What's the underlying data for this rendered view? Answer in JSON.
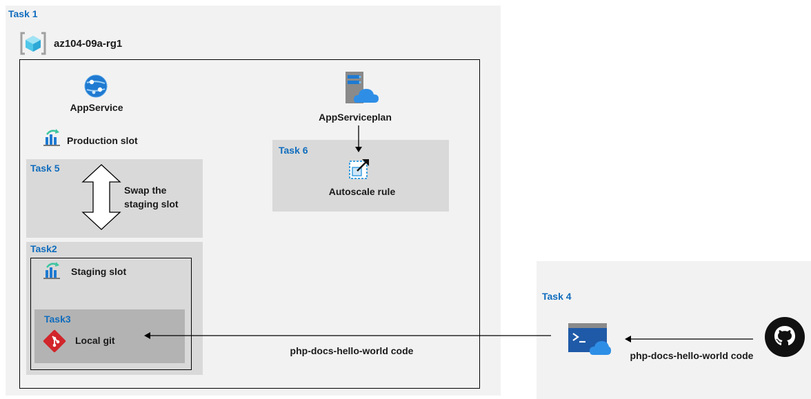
{
  "task1": {
    "label": "Task 1",
    "resource_group": {
      "name": "az104-09a-rg1",
      "icon": "resource-group-icon"
    },
    "app_service": {
      "label": "AppService",
      "icon": "app-service-icon"
    },
    "production_slot": {
      "label": "Production slot",
      "icon": "deployment-slot-icon"
    },
    "app_service_plan": {
      "label": "AppServiceplan",
      "icon": "app-service-plan-icon"
    },
    "code_label": "php-docs-hello-world code"
  },
  "task5": {
    "label": "Task 5",
    "swap_label": "Swap the staging slot",
    "icon": "double-arrow-icon"
  },
  "task6": {
    "label": "Task 6",
    "autoscale_label": "Autoscale rule",
    "icon": "autoscale-icon"
  },
  "task2": {
    "label": "Task2",
    "staging_slot": {
      "label": "Staging slot",
      "icon": "deployment-slot-icon"
    }
  },
  "task3": {
    "label": "Task3",
    "local_git": {
      "label": "Local git",
      "icon": "git-icon"
    }
  },
  "task4": {
    "label": "Task 4",
    "code_label": "php-docs-hello-world code",
    "cloud_shell_icon": "cloud-shell-icon",
    "github_icon": "github-icon"
  },
  "colors": {
    "task_label": "#0f6cbd",
    "panel_bg": "#f2f2f2",
    "inner_panel_bg": "#d9d9d9",
    "git_bg": "#b3b3b3",
    "git_red": "#d1262b"
  }
}
